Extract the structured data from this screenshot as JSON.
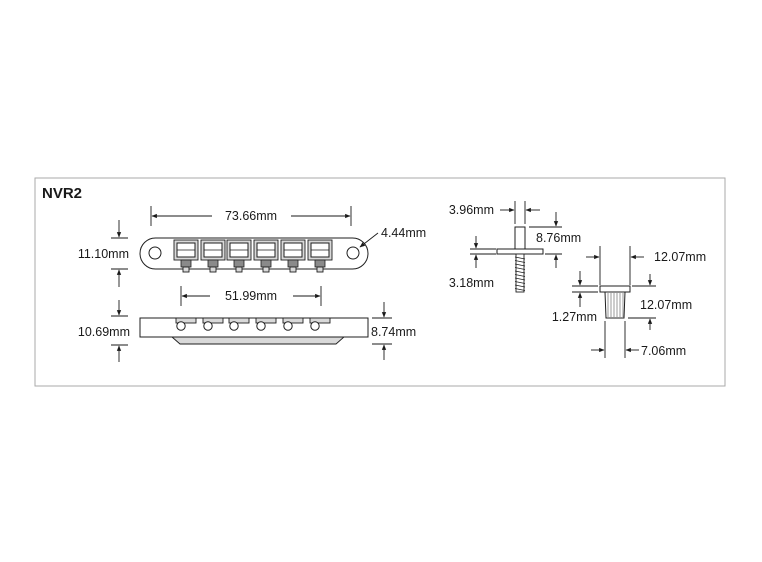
{
  "title": "NVR2",
  "top_view": {
    "width_label": "73.66mm",
    "height_label": "11.10mm",
    "hole_label": "4.44mm"
  },
  "side_view": {
    "spacing_label": "51.99mm",
    "height_label": "10.69mm",
    "body_height_label": "8.74mm"
  },
  "stud": {
    "diameter_label": "3.96mm",
    "length_label": "8.76mm",
    "thread_label": "3.18mm"
  },
  "bushing": {
    "height_label": "12.07mm",
    "top_diameter_label": "12.07mm",
    "flange_label": "1.27mm",
    "width_label": "7.06mm"
  }
}
